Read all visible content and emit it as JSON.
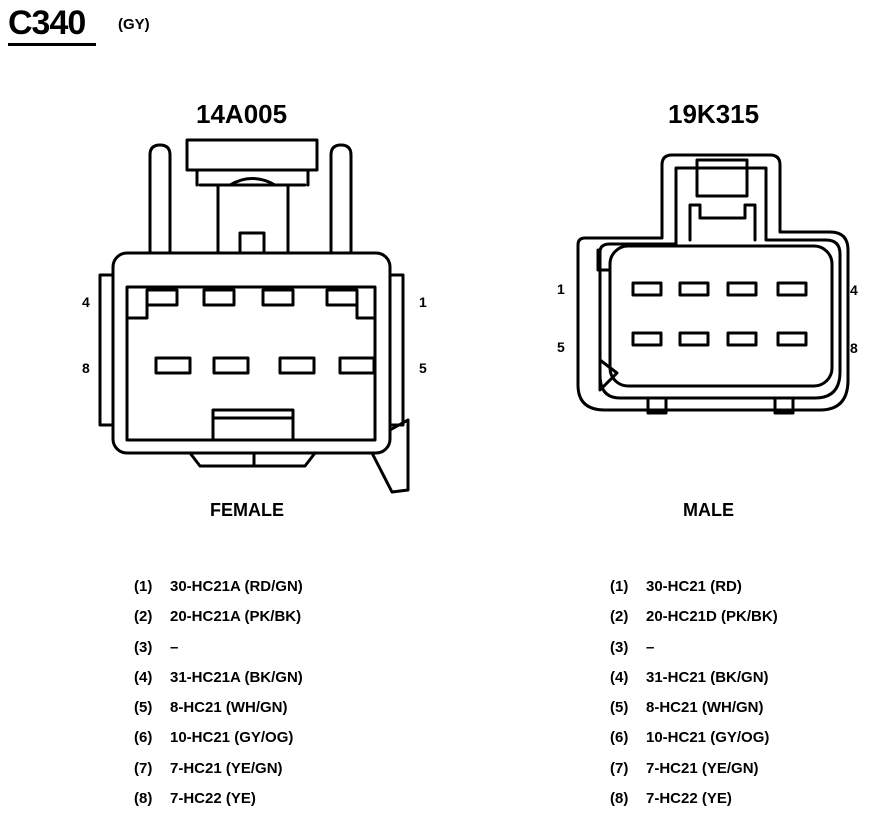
{
  "connector": {
    "id": "C340",
    "color": "(GY)"
  },
  "female": {
    "part_number": "14A005",
    "label": "FEMALE",
    "pin_numbers": {
      "top_left": "4",
      "top_right": "1",
      "bottom_left": "8",
      "bottom_right": "5"
    },
    "pins": [
      {
        "num": "(1)",
        "circuit": "30-HC21A (RD/GN)"
      },
      {
        "num": "(2)",
        "circuit": "20-HC21A (PK/BK)"
      },
      {
        "num": "(3)",
        "circuit": "–"
      },
      {
        "num": "(4)",
        "circuit": "31-HC21A (BK/GN)"
      },
      {
        "num": "(5)",
        "circuit": "8-HC21 (WH/GN)"
      },
      {
        "num": "(6)",
        "circuit": "10-HC21 (GY/OG)"
      },
      {
        "num": "(7)",
        "circuit": "7-HC21 (YE/GN)"
      },
      {
        "num": "(8)",
        "circuit": "7-HC22 (YE)"
      }
    ]
  },
  "male": {
    "part_number": "19K315",
    "label": "MALE",
    "pin_numbers": {
      "top_left": "1",
      "top_right": "4",
      "bottom_left": "5",
      "bottom_right": "8"
    },
    "pins": [
      {
        "num": "(1)",
        "circuit": "30-HC21 (RD)"
      },
      {
        "num": "(2)",
        "circuit": "20-HC21D (PK/BK)"
      },
      {
        "num": "(3)",
        "circuit": "–"
      },
      {
        "num": "(4)",
        "circuit": "31-HC21 (BK/GN)"
      },
      {
        "num": "(5)",
        "circuit": "8-HC21 (WH/GN)"
      },
      {
        "num": "(6)",
        "circuit": "10-HC21 (GY/OG)"
      },
      {
        "num": "(7)",
        "circuit": "7-HC21 (YE/GN)"
      },
      {
        "num": "(8)",
        "circuit": "7-HC22 (YE)"
      }
    ]
  }
}
